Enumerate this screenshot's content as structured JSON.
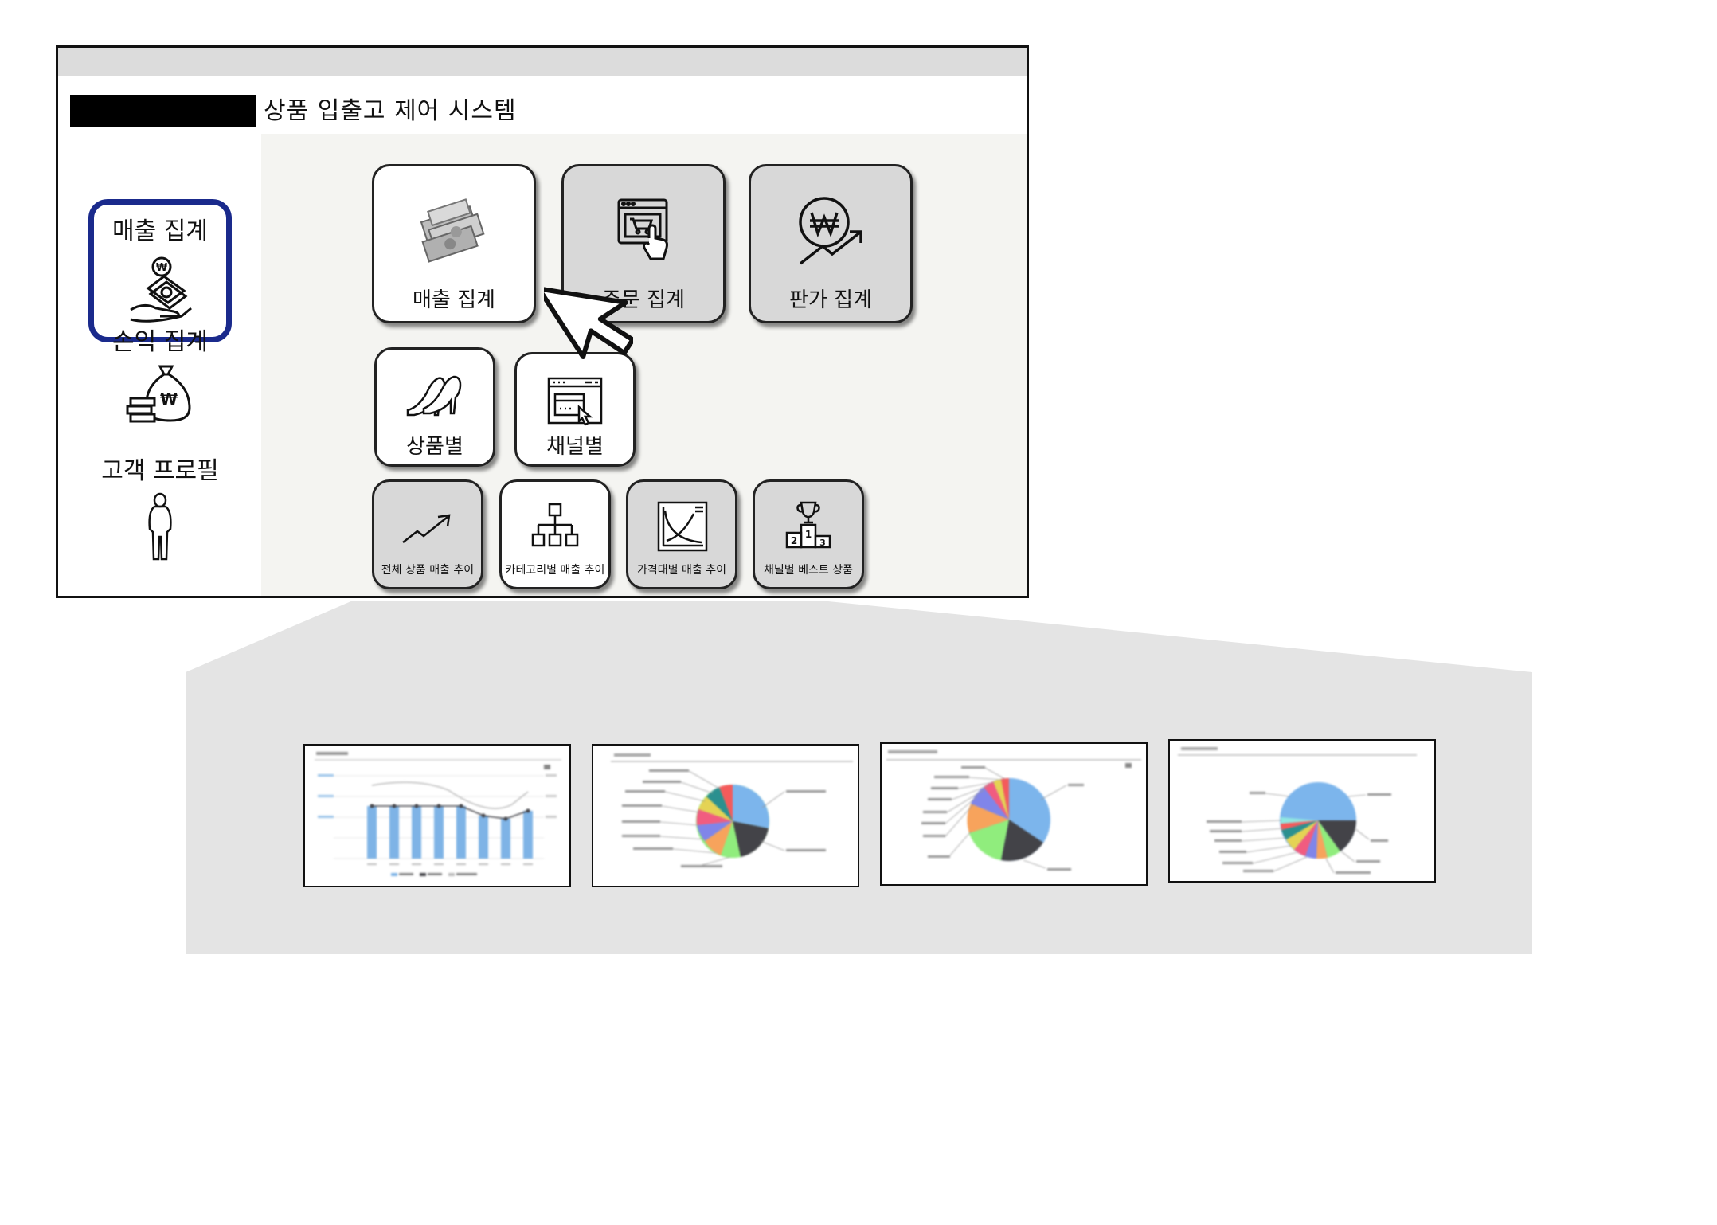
{
  "app": {
    "title": "상품 입출고 제어 시스템"
  },
  "sidebar": {
    "items": [
      {
        "label": "매출 집계",
        "icon": "money-hand-icon",
        "active": true
      },
      {
        "label": "손익 집계",
        "icon": "money-bag-icon",
        "active": false
      },
      {
        "label": "고객 프로필",
        "icon": "person-icon",
        "active": false
      }
    ]
  },
  "categories": [
    {
      "label": "매출 집계",
      "icon": "cash-stack-icon",
      "selected": true
    },
    {
      "label": "주문 집계",
      "icon": "online-order-icon",
      "selected": false
    },
    {
      "label": "판가 집계",
      "icon": "won-growth-icon",
      "selected": false
    }
  ],
  "dimensions": [
    {
      "label": "상품별",
      "icon": "high-heels-icon"
    },
    {
      "label": "채널별",
      "icon": "browser-window-icon"
    }
  ],
  "reports": [
    {
      "label": "전체 상품 매출 추이",
      "icon": "trend-up-icon"
    },
    {
      "label": "카테고리별 매출 추이",
      "icon": "hierarchy-icon"
    },
    {
      "label": "가격대별 매출 추이",
      "icon": "curve-chart-icon"
    },
    {
      "label": "채널별 베스트 상품",
      "icon": "podium-trophy-icon"
    }
  ],
  "colors": {
    "sidebar_active_border": "#1a2a8c",
    "bar": "#7eb3e6",
    "pie": [
      "#7cb5ec",
      "#434348",
      "#90ed7d",
      "#f7a35c",
      "#8085e9",
      "#f15c80",
      "#e4d354",
      "#2b908f",
      "#f45b5b",
      "#91e8e1"
    ]
  }
}
